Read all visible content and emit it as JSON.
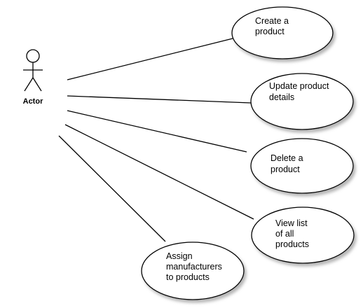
{
  "actor": {
    "label": "Actor"
  },
  "use_cases": [
    {
      "id": "create",
      "lines": [
        "Create a",
        "product"
      ]
    },
    {
      "id": "update",
      "lines": [
        "Update product",
        "details"
      ]
    },
    {
      "id": "delete",
      "lines": [
        "Delete a",
        "product"
      ]
    },
    {
      "id": "view",
      "lines": [
        "View list",
        "of all",
        "products"
      ]
    },
    {
      "id": "assign",
      "lines": [
        "Assign",
        "manufacturers",
        "to products"
      ]
    }
  ],
  "colors": {
    "stroke": "#000000",
    "fill": "#ffffff",
    "shadow": "#9a9a9a"
  }
}
